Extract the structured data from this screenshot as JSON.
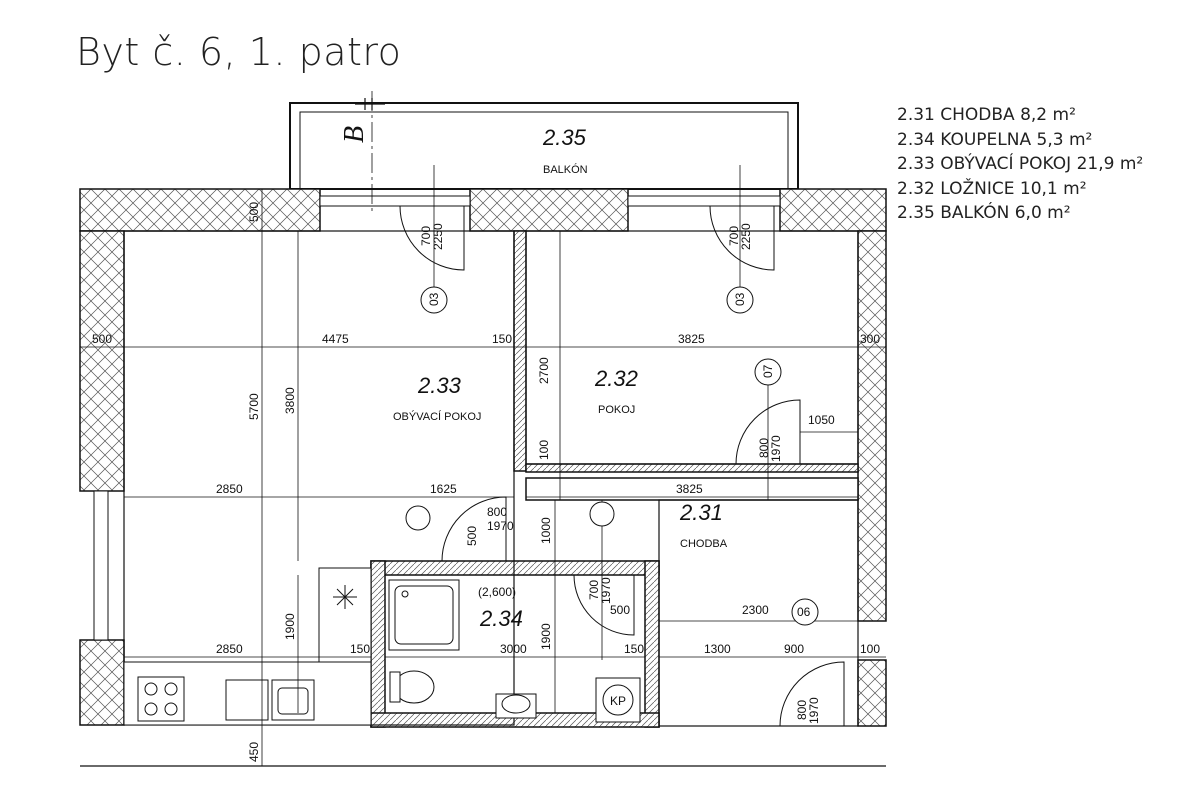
{
  "title": "Byt č. 6, 1. patro",
  "legend": [
    "2.31 CHODBA 8,2 m²",
    "2.34 KOUPELNA 5,3 m²",
    "2.33 OBÝVACÍ POKOJ 21,9 m²",
    "2.32 LOŽNICE 10,1 m²",
    "2.35 BALKÓN 6,0 m²"
  ],
  "plan": {
    "section_mark": "B",
    "rooms": [
      {
        "number": "2.35",
        "name": "BALKÓN"
      },
      {
        "number": "2.33",
        "name": "OBÝVACÍ POKOJ"
      },
      {
        "number": "2.32",
        "name": "POKOJ"
      },
      {
        "number": "2.31",
        "name": "CHODBA"
      },
      {
        "number": "2.34",
        "area": "(2,600)"
      }
    ],
    "dimensions": {
      "d_500_top": "500",
      "d_500_left": "500",
      "d_4475": "4475",
      "d_150_a": "150",
      "d_3825_a": "3825",
      "d_300": "300",
      "d_5700": "5700",
      "d_3800": "3800",
      "d_2700": "2700",
      "d_1050": "1050",
      "d_100": "100",
      "d_2850_a": "2850",
      "d_1625": "1625",
      "d_3825_b": "3825",
      "d_1000": "1000",
      "d_500_mid": "500",
      "d_1900_a": "1900",
      "d_1900_b": "1900",
      "d_2850_b": "2850",
      "d_150_b": "150",
      "d_3000": "3000",
      "d_150_c": "150",
      "d_1300": "1300",
      "d_900": "900",
      "d_100_b": "100",
      "d_2300": "2300",
      "d_500_bath": "500",
      "d_450": "450"
    },
    "doors": {
      "door_top_left_w": "700",
      "door_top_left_h": "2250",
      "door_top_right_w": "700",
      "door_top_right_h": "2250",
      "door_room32_w": "800",
      "door_room32_h": "1970",
      "door_living_w": "800",
      "door_living_h": "1970",
      "door_bath_w": "700",
      "door_bath_h": "1970",
      "door_entry_w": "800",
      "door_entry_h": "1970"
    },
    "fixture_labels": {
      "sensor_1": "03",
      "sensor_2": "03",
      "sensor_3": "07",
      "sensor_4": "06",
      "kp": "KP"
    }
  }
}
